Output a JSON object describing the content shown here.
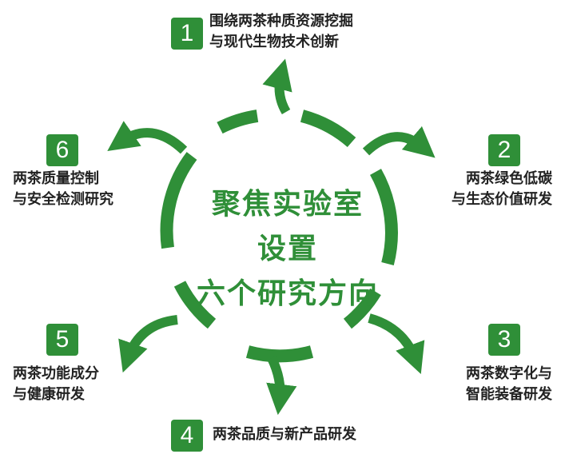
{
  "center": {
    "line1": "聚焦实验室",
    "line2": "设置",
    "line3": "六个研究方向"
  },
  "colors": {
    "green": "#2f8f38",
    "text": "#222222"
  },
  "directions": [
    {
      "number": "1",
      "line1": "围绕两茶种质资源挖掘",
      "line2": "与现代生物技术创新"
    },
    {
      "number": "2",
      "line1": "两茶绿色低碳",
      "line2": "与生态价值研发"
    },
    {
      "number": "3",
      "line1": "两茶数字化与",
      "line2": "智能装备研发"
    },
    {
      "number": "4",
      "line1": "两茶品质与新产品研发"
    },
    {
      "number": "5",
      "line1": "两茶功能成分",
      "line2": "与健康研发"
    },
    {
      "number": "6",
      "line1": "两茶质量控制",
      "line2": "与安全检测研究"
    }
  ]
}
